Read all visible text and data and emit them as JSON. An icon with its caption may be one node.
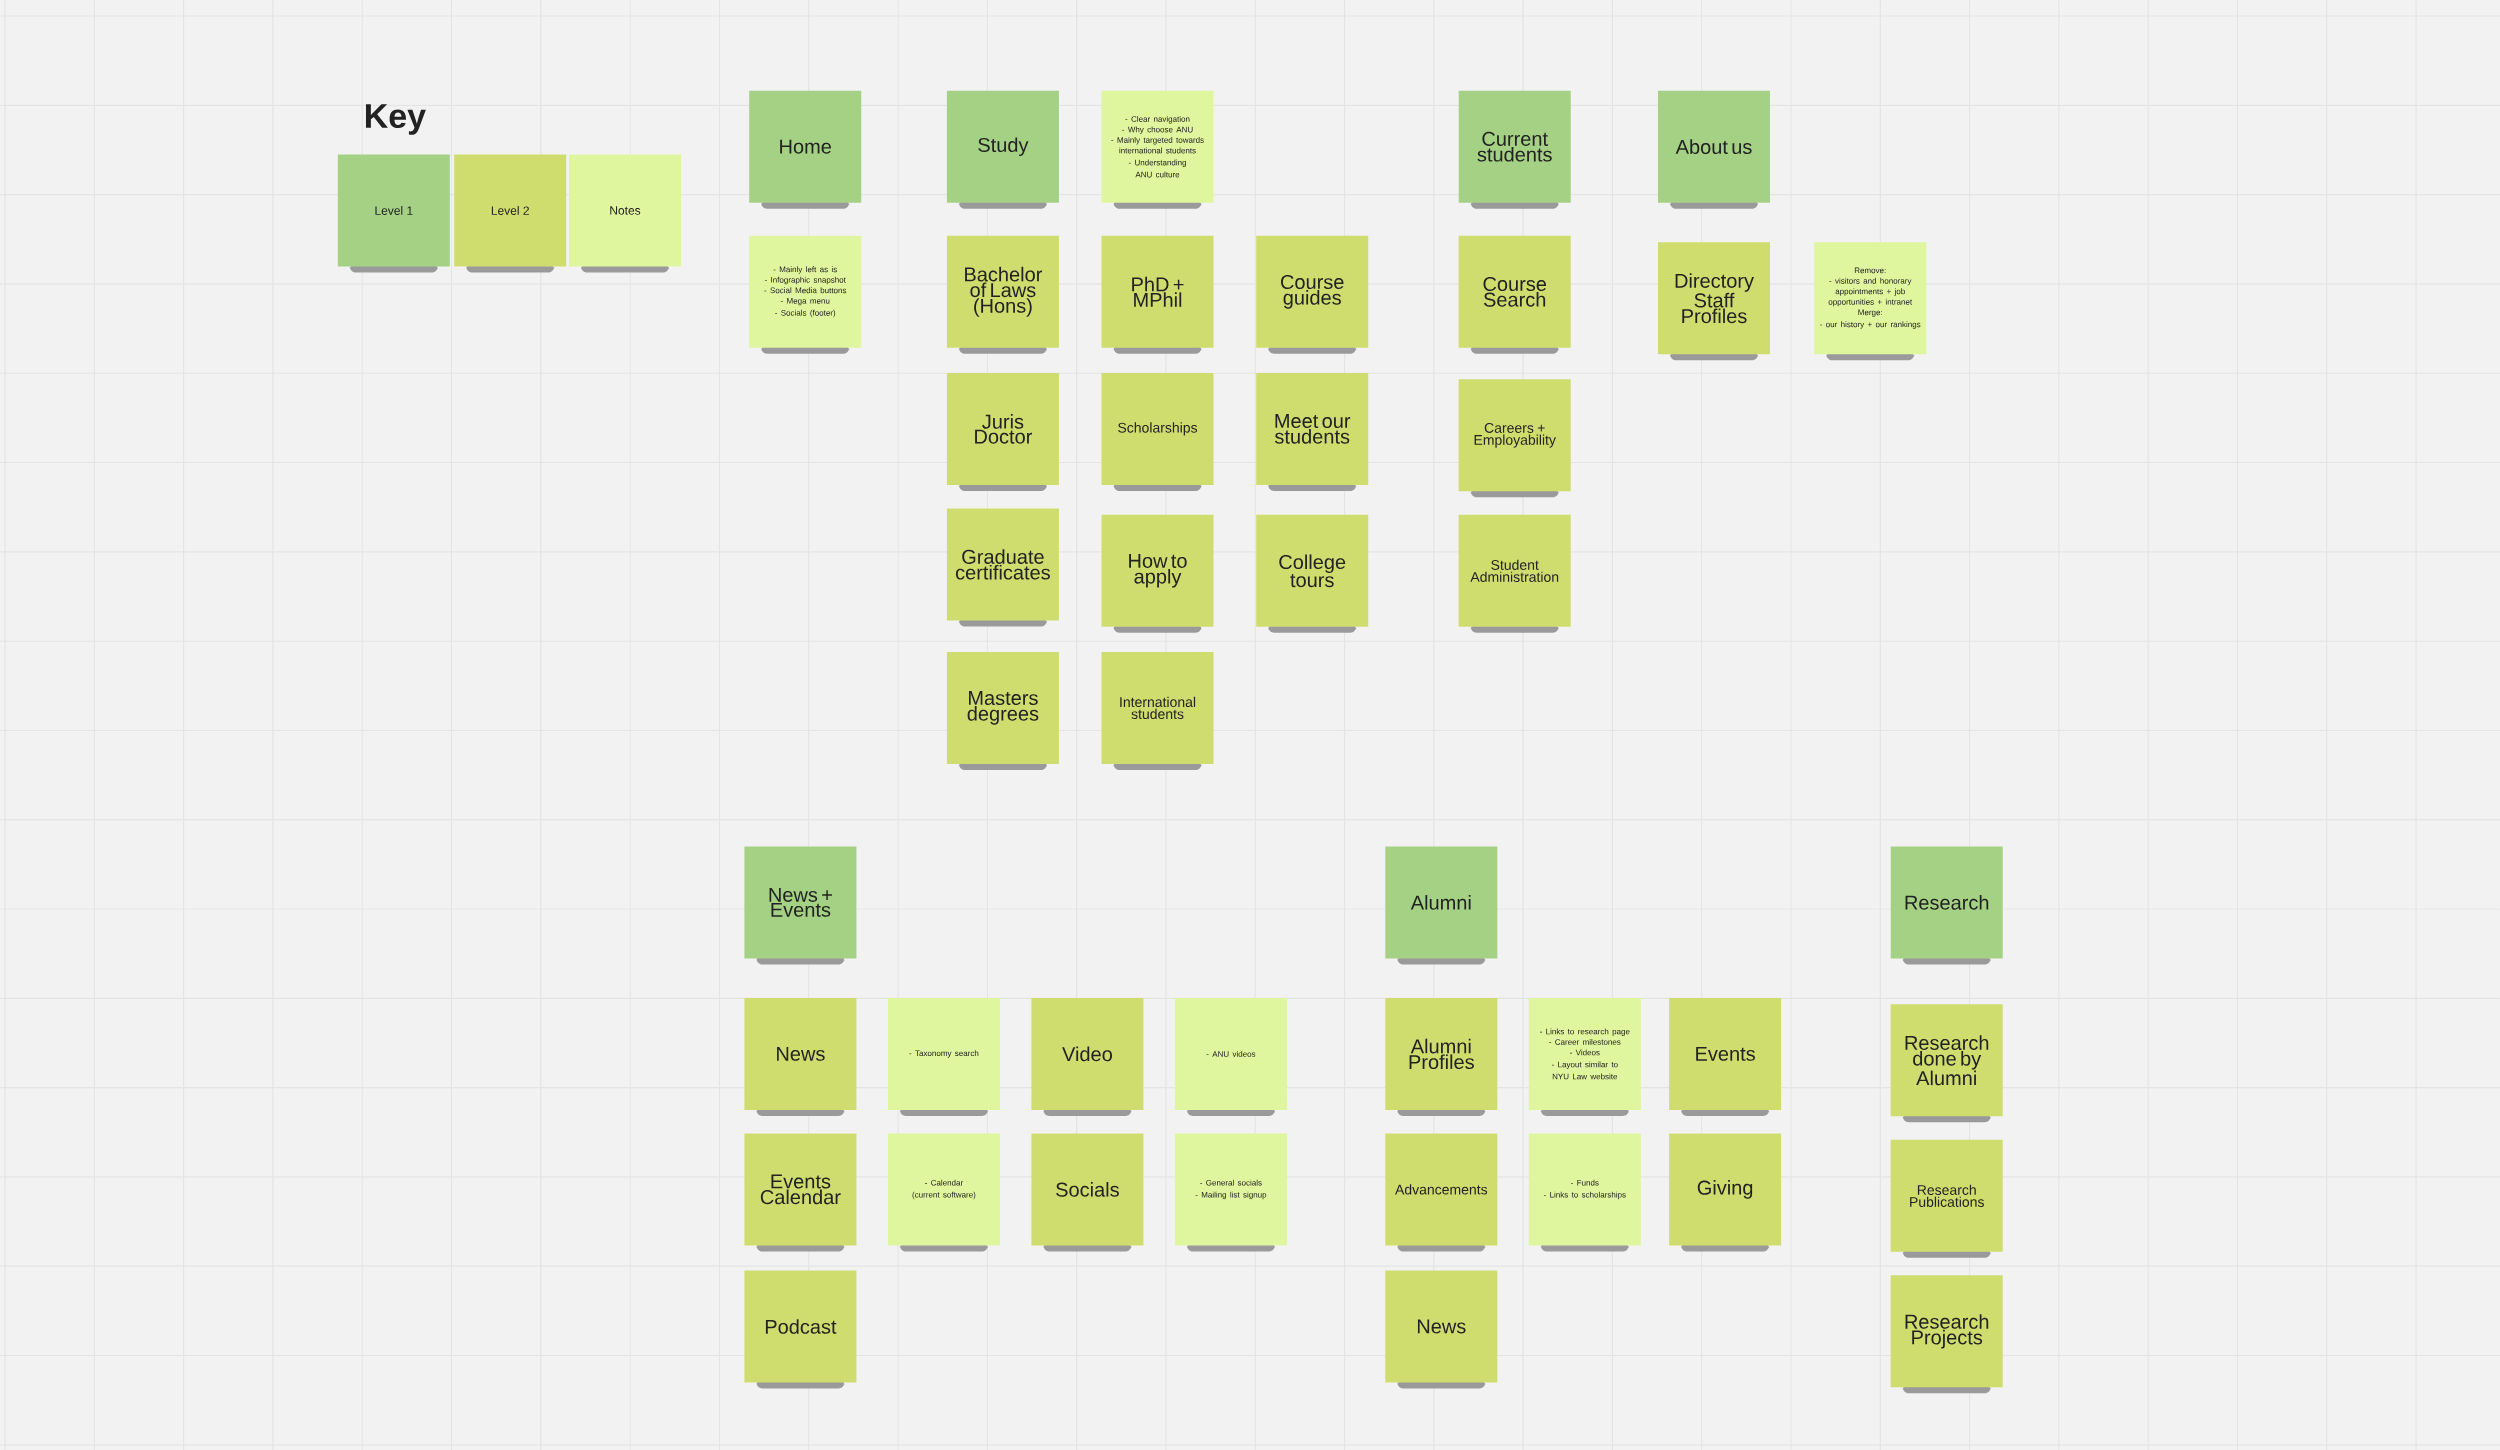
{
  "diagram": {
    "nodes": [
      {
        "text": [
          "Home"
        ]
      },
      {
        "text": [
          "- Mainly left as is",
          "- Infographic snapshot",
          "- Social Media buttons",
          "- Mega menu",
          "- Socials (footer)"
        ]
      },
      {
        "text": [
          "Study"
        ]
      },
      {
        "text": [
          "- Clear navigation",
          "- Why choose ANU",
          "- Mainly targeted towards international students",
          "- Understanding ANU culture"
        ]
      },
      {
        "text": [
          "Bachelor of Laws (Hons)"
        ]
      },
      {
        "text": [
          "PhD + MPhil"
        ]
      },
      {
        "text": [
          "Course guides"
        ]
      },
      {
        "text": [
          "Juris Doctor"
        ]
      },
      {
        "text": [
          "Scholarships"
        ]
      },
      {
        "text": [
          "Meet our students"
        ]
      },
      {
        "text": [
          "Graduate certificates"
        ]
      },
      {
        "text": [
          "How to apply"
        ]
      },
      {
        "text": [
          "College tours"
        ]
      },
      {
        "text": [
          "Masters degrees"
        ]
      },
      {
        "text": [
          "International students"
        ]
      },
      {
        "text": [
          "Current students"
        ]
      },
      {
        "text": [
          "Course Search"
        ]
      },
      {
        "text": [
          "Careers + Employability"
        ]
      },
      {
        "text": [
          "Student Administration"
        ]
      },
      {
        "text": [
          "About us"
        ]
      },
      {
        "text": [
          "Directory Staff Profiles"
        ]
      },
      {
        "text": [
          "Remove:",
          "- visitors and honorary appointments + job opportunities + intranet",
          "Merge:",
          "- our history + our rankings"
        ]
      },
      {
        "text": [
          "News + Events"
        ]
      },
      {
        "text": [
          "News"
        ]
      },
      {
        "text": [
          "- Taxonomy search"
        ]
      },
      {
        "text": [
          "Video"
        ]
      },
      {
        "text": [
          "- ANU videos"
        ]
      },
      {
        "text": [
          "Events Calendar"
        ]
      },
      {
        "text": [
          "- Calendar (current software)"
        ]
      },
      {
        "text": [
          "Socials"
        ]
      },
      {
        "text": [
          "- General socials",
          "- Mailing list signup"
        ]
      },
      {
        "text": [
          "Podcast"
        ]
      },
      {
        "text": [
          "Alumni"
        ]
      },
      {
        "text": [
          "Alumni Profiles"
        ]
      },
      {
        "text": [
          "- Links to research page",
          "- Career milestones",
          "- Videos",
          "- Layout similar to NYU Law website"
        ]
      },
      {
        "text": [
          "Events"
        ]
      },
      {
        "text": [
          "Advancements"
        ]
      },
      {
        "text": [
          "- Funds",
          "- Links to scholarships"
        ]
      },
      {
        "text": [
          "Giving"
        ]
      },
      {
        "text": [
          "News"
        ]
      },
      {
        "text": [
          "Research"
        ]
      },
      {
        "text": [
          "Research done by Alumni"
        ]
      },
      {
        "text": [
          "Research Publications"
        ]
      },
      {
        "text": [
          "Research Projects"
        ]
      }
    ],
    "labels": [
      "Key"
    ],
    "legend": [
      {
        "text": "Level 1",
        "color": "#a4d184"
      },
      {
        "text": "Level 2",
        "color": "#cfdd6e"
      },
      {
        "text": "Notes",
        "color": "#dff59e"
      }
    ]
  }
}
